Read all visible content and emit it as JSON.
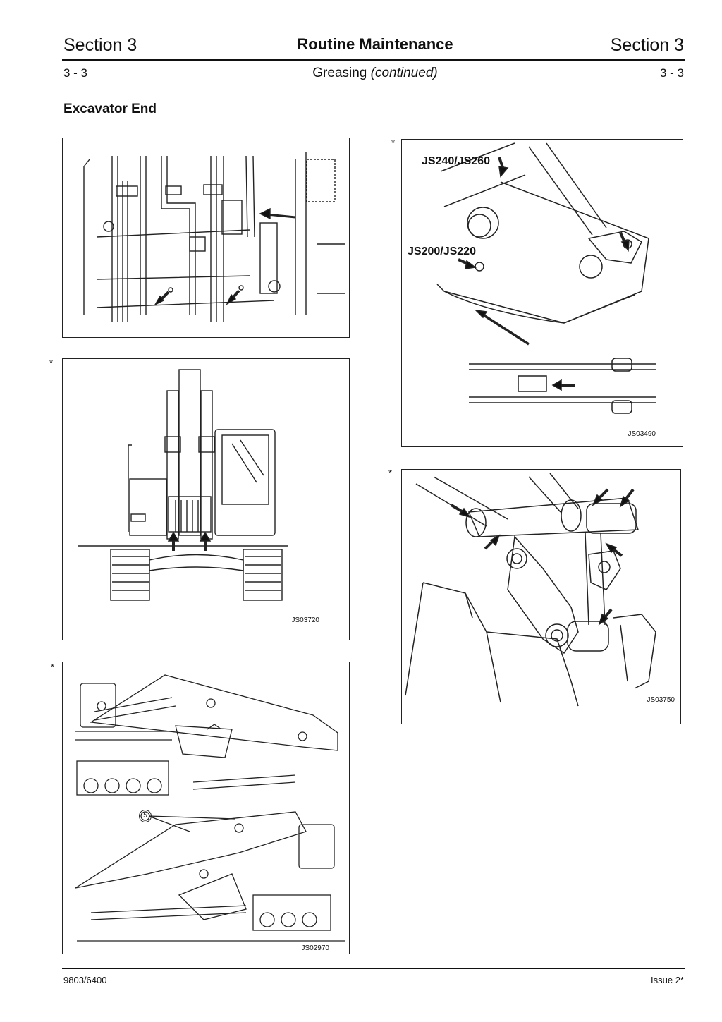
{
  "header": {
    "section_left": "Section 3",
    "title": "Routine Maintenance",
    "section_right": "Section 3",
    "page_left": "3 - 3",
    "subtitle_main": "Greasing",
    "subtitle_note": "(continued)",
    "page_right": "3 - 3"
  },
  "section_heading": "Excavator End",
  "figures": {
    "fig1": {
      "asterisk": ""
    },
    "fig2": {
      "asterisk": "*",
      "code": "JS03720"
    },
    "fig3": {
      "asterisk": "*",
      "code": "JS02970",
      "callout_number": "5"
    },
    "fig4": {
      "asterisk": "*",
      "code": "JS03490",
      "label_top": "JS240/JS260",
      "label_mid": "JS200/JS220"
    },
    "fig5": {
      "asterisk": "*",
      "code": "JS03750"
    }
  },
  "footer": {
    "doc_number": "9803/6400",
    "issue": "Issue 2*"
  }
}
